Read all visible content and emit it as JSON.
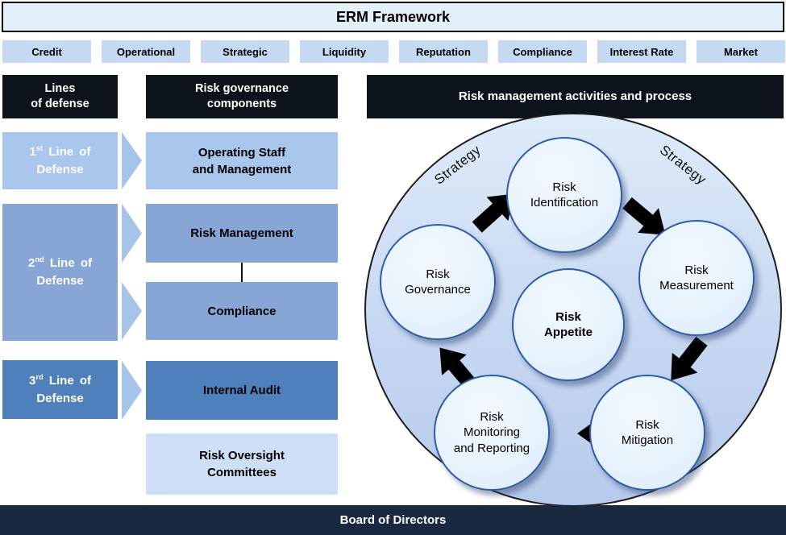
{
  "title": "ERM Framework",
  "risk_categories": [
    "Credit",
    "Operational",
    "Strategic",
    "Liquidity",
    "Reputation",
    "Compliance",
    "Interest Rate",
    "Market"
  ],
  "column_headers": {
    "lines_of_defense": "Lines\nof defense",
    "governance_components": "Risk governance\ncomponents",
    "activities_process": "Risk management activities and process"
  },
  "defense_lines": [
    {
      "num": "1",
      "sup": "st",
      "rest": " Line of",
      "line2": "Defense"
    },
    {
      "num": "2",
      "sup": "nd",
      "rest": " Line of",
      "line2": "Defense"
    },
    {
      "num": "3",
      "sup": "rd",
      "rest": " Line of",
      "line2": "Defense"
    }
  ],
  "governance_boxes": [
    {
      "label": "Operating Staff\nand Management"
    },
    {
      "label": "Risk Management"
    },
    {
      "label": "Compliance"
    },
    {
      "label": "Internal Audit"
    },
    {
      "label": "Risk Oversight\nCommittees"
    }
  ],
  "process_cycle": {
    "strategy_left": "Strategy",
    "strategy_right": "Strategy",
    "center": "Risk\nAppetite",
    "nodes": [
      {
        "label": "Risk\nIdentification"
      },
      {
        "label": "Risk\nMeasurement"
      },
      {
        "label": "Risk\nMitigation"
      },
      {
        "label": "Risk\nMonitoring\nand Reporting"
      },
      {
        "label": "Risk\nGovernance"
      }
    ]
  },
  "footer": "Board of Directors",
  "colors": {
    "title_bg": "#E4F1FB",
    "category_bg": "#C6D9F2",
    "header_bg": "#0D131B",
    "light_blue": "#A9C6EC",
    "medium_blue": "#87A6D6",
    "dark_blue": "#5080BC",
    "pale_blue": "#CEDFF7",
    "cycle_bg_top": "#DEEBF9",
    "cycle_bg_bottom": "#B6CAEC",
    "node_fill": "#E9F4FC",
    "node_border": "#2E5CA6",
    "footer_bg": "#1B2940",
    "arrow": "#000000"
  }
}
